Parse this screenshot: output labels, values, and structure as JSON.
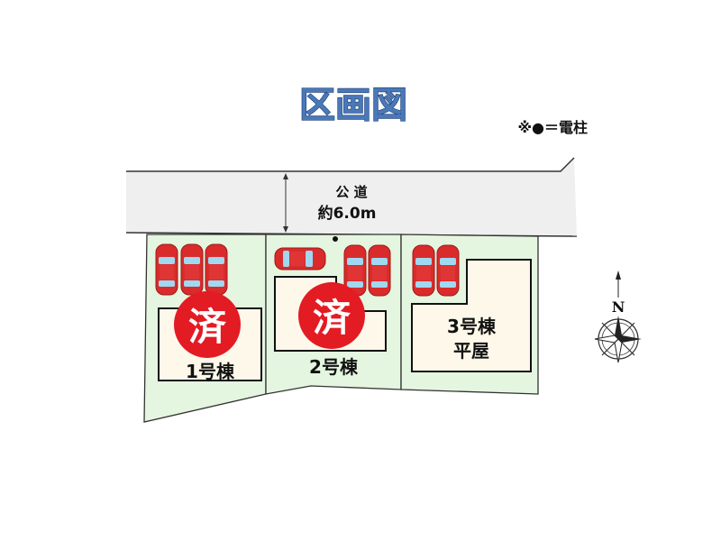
{
  "title": "区画図",
  "legend": "※●＝電柱",
  "road": {
    "name": "公 道",
    "width": "約6.0m"
  },
  "lots": [
    {
      "label": "1号棟",
      "status": "済"
    },
    {
      "label": "2号棟",
      "status": "済"
    },
    {
      "label": "3号棟",
      "sub": "平屋"
    }
  ],
  "compass": {
    "north": "N"
  },
  "colors": {
    "lot": "#e4f5e0",
    "house": "#fdf8ea",
    "road": "#efefef",
    "stamp": "#e31b23",
    "car": "#d92b2b",
    "title": "#4a78b8"
  }
}
